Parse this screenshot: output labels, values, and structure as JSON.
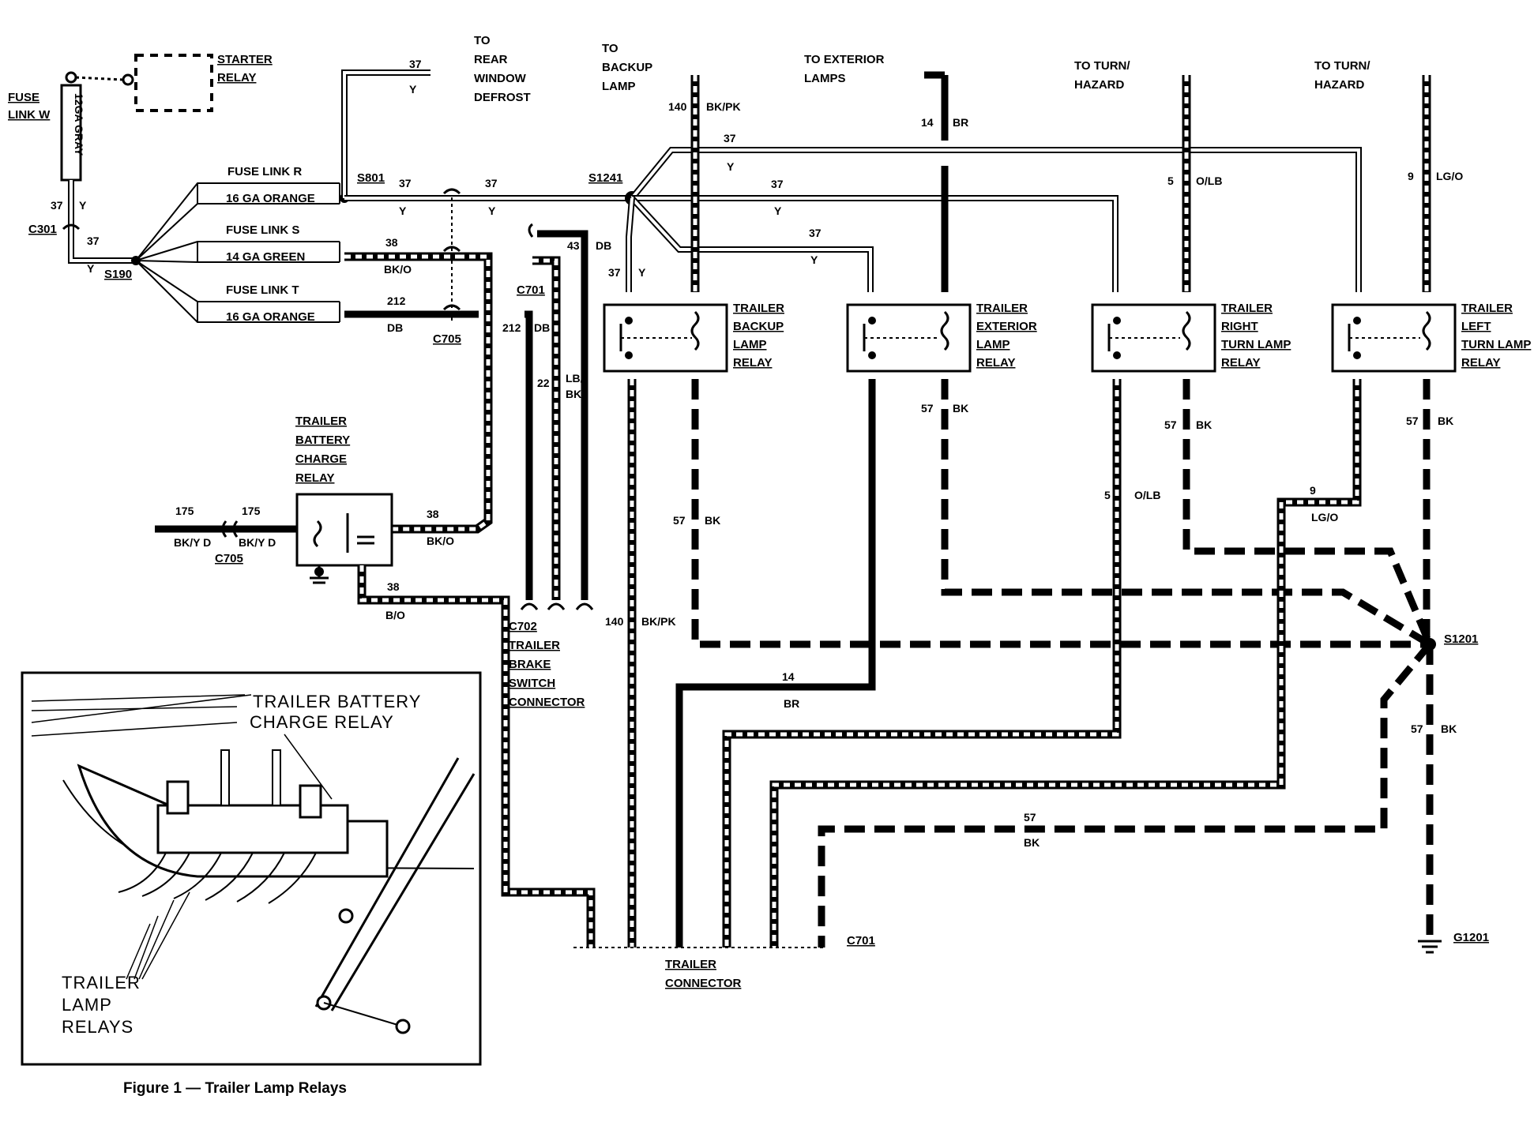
{
  "caption": "Figure 1 — Trailer Lamp Relays",
  "fuse_link_w": [
    "FUSE",
    "LINK W"
  ],
  "fuse_w_gauge": "12GA GRAY",
  "starter_relay": [
    "STARTER",
    "RELAY"
  ],
  "connectors": {
    "c301": "C301",
    "s190": "S190",
    "s801": "S801",
    "s1241": "S1241",
    "c705a": "C705",
    "c705b": "C705",
    "c701a": "C701",
    "c702": "C702",
    "c701b": "C701",
    "s1201": "S1201",
    "g1201": "G1201"
  },
  "fuse_links": {
    "r_label": "FUSE LINK R",
    "r_gauge": "16 GA ORANGE",
    "s_label": "FUSE LINK S",
    "s_gauge": "14 GA GREEN",
    "t_label": "FUSE LINK T",
    "t_gauge": "16 GA ORANGE"
  },
  "destinations": {
    "rear_defrost": [
      "TO",
      "REAR",
      "WINDOW",
      "DEFROST"
    ],
    "backup_lamp": [
      "TO",
      "BACKUP",
      "LAMP"
    ],
    "exterior_lamps": [
      "TO EXTERIOR",
      "LAMPS"
    ],
    "turn_hazard_1": [
      "TO TURN/",
      "HAZARD"
    ],
    "turn_hazard_2": [
      "TO TURN/",
      "HAZARD"
    ]
  },
  "relays": {
    "backup": [
      "TRAILER",
      "BACKUP",
      "LAMP",
      "RELAY"
    ],
    "exterior": [
      "TRAILER",
      "EXTERIOR",
      "LAMP",
      "RELAY"
    ],
    "right": [
      "TRAILER",
      "RIGHT",
      "TURN LAMP",
      "RELAY"
    ],
    "left": [
      "TRAILER",
      "LEFT",
      "TURN LAMP",
      "RELAY"
    ],
    "battery": [
      "TRAILER",
      "BATTERY",
      "CHARGE",
      "RELAY"
    ]
  },
  "brake_switch": [
    "TRAILER",
    "BRAKE",
    "SWITCH",
    "CONNECTOR"
  ],
  "trailer_connector": [
    "TRAILER",
    "CONNECTOR"
  ],
  "wires": {
    "w37": "37",
    "y": "Y",
    "w38": "38",
    "bko": "BK/O",
    "bo": "B/O",
    "w212": "212",
    "db": "DB",
    "w43": "43",
    "w22": "22",
    "lbbk": [
      "LB/",
      "BK"
    ],
    "w140": "140",
    "bkpk": "BK/PK",
    "w14": "14",
    "br": "BR",
    "w5": "5",
    "olb": "O/LB",
    "w9": "9",
    "lgo": "LG/O",
    "w57": "57",
    "bk": "BK",
    "w175": "175",
    "bkyd": "BK/Y D"
  },
  "inset": {
    "charge_relay": [
      "TRAILER BATTERY",
      "CHARGE RELAY"
    ],
    "lamp_relays": [
      "TRAILER",
      "LAMP",
      "RELAYS"
    ]
  }
}
